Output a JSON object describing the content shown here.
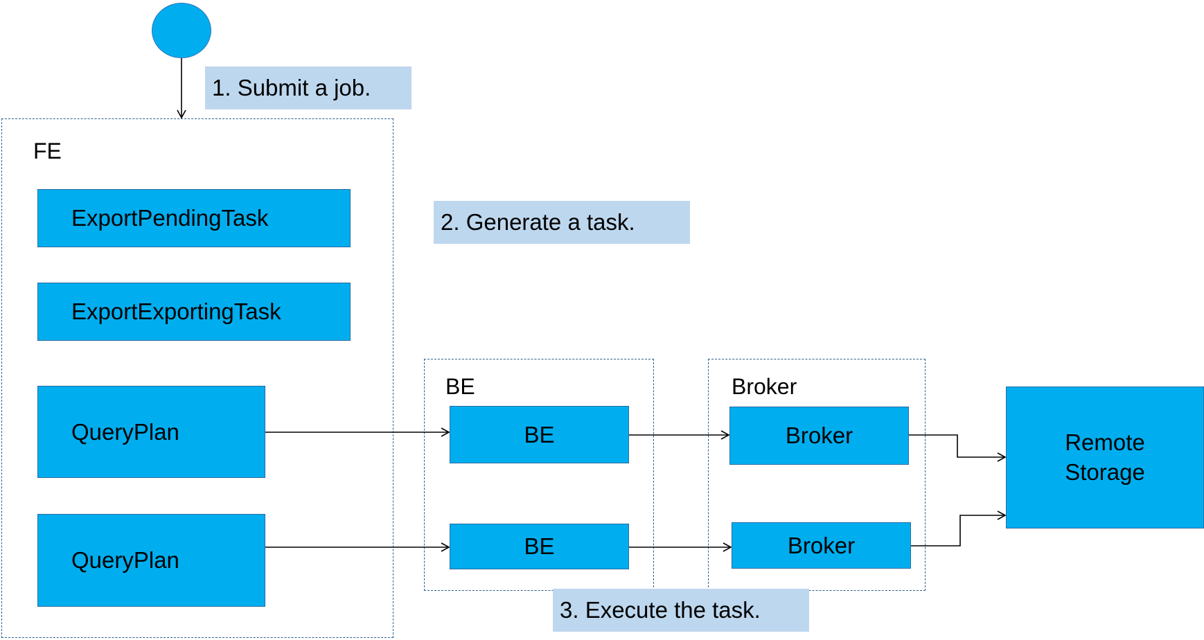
{
  "notes": {
    "submit": "1. Submit a job.",
    "generate": "2. Generate a task.",
    "execute": "3. Execute the task."
  },
  "groups": {
    "fe": "FE",
    "be": "BE",
    "broker": "Broker"
  },
  "fe_tasks": {
    "pending": "ExportPendingTask",
    "exporting": "ExportExportingTask",
    "query_plan_1": "QueryPlan",
    "query_plan_2": "QueryPlan"
  },
  "be_nodes": [
    "BE",
    "BE"
  ],
  "broker_nodes": [
    "Broker",
    "Broker"
  ],
  "storage": {
    "line1": "Remote",
    "line2": "Storage"
  },
  "colors": {
    "node_fill": "#00AEEF",
    "note_fill": "#BDD7EE",
    "group_border": "#2e5d8f"
  }
}
